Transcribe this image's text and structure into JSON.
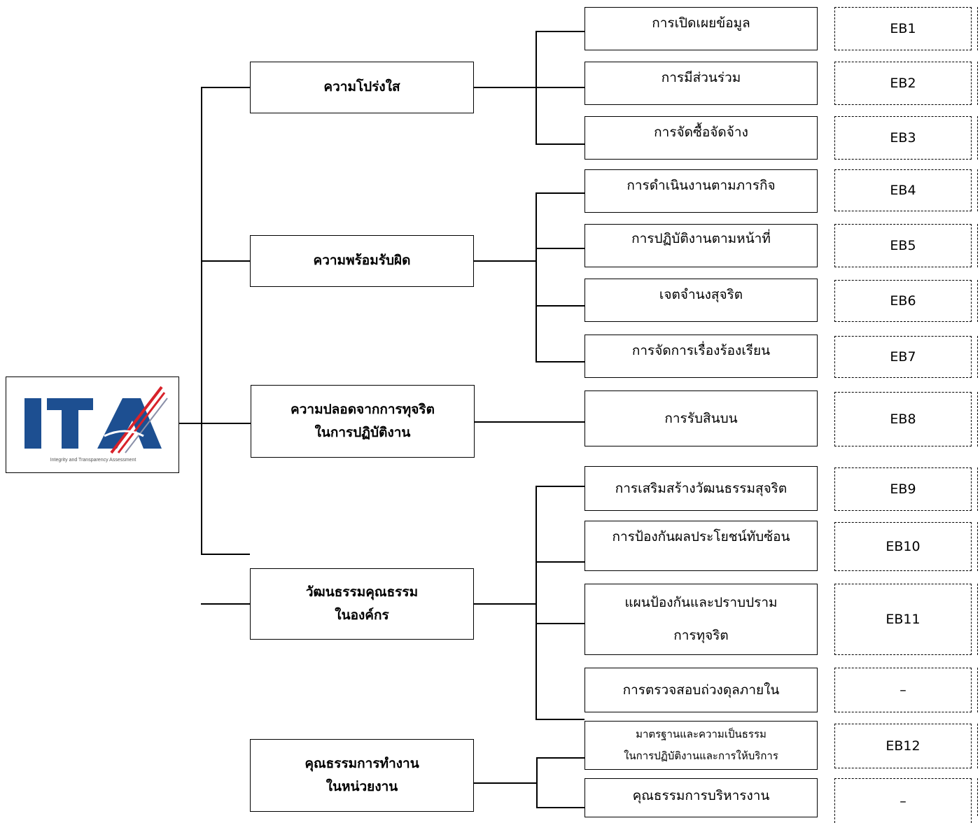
{
  "logo": {
    "text": "ITA",
    "tagline": "Integrity and Transparency Assessment",
    "colors": {
      "blue": "#1d4f91",
      "red": "#d8222a"
    }
  },
  "dimensions": [
    {
      "label": "ความโปร่งใส"
    },
    {
      "label": "ความพร้อมรับผิด"
    },
    {
      "label": "ความปลอดจากการทุจริต\nในการปฏิบัติงาน"
    },
    {
      "label": "วัฒนธรรมคุณธรรม\nในองค์กร"
    },
    {
      "label": "คุณธรรมการทำงาน\nในหน่วยงาน"
    }
  ],
  "indicators": [
    {
      "label": "การเปิดเผยข้อมูล",
      "code": "EB1"
    },
    {
      "label": "การมีส่วนร่วม",
      "code": "EB2"
    },
    {
      "label": "การจัดซื้อจัดจ้าง",
      "code": "EB3"
    },
    {
      "label": "การดำเนินงานตามภารกิจ",
      "code": "EB4"
    },
    {
      "label": "การปฏิบัติงานตามหน้าที่",
      "code": "EB5"
    },
    {
      "label": "เจตจำนงสุจริต",
      "code": "EB6"
    },
    {
      "label": "การจัดการเรื่องร้องเรียน",
      "code": "EB7"
    },
    {
      "label": "การรับสินบน",
      "code": "EB8"
    },
    {
      "label": "การเสริมสร้างวัฒนธรรมสุจริต",
      "code": "EB9"
    },
    {
      "label": "การป้องกันผลประโยชน์ทับซ้อน",
      "code": "EB10"
    },
    {
      "label": "แผนป้องกันและปราบปราม\nการทุจริต",
      "code": "EB11"
    },
    {
      "label": "การตรวจสอบถ่วงดุลภายใน",
      "code": "–"
    },
    {
      "label": "มาตรฐานและความเป็นธรรม\nในการปฏิบัติงานและการให้บริการ",
      "code": "EB12"
    },
    {
      "label": "คุณธรรมการบริหารงาน",
      "code": "–"
    }
  ]
}
